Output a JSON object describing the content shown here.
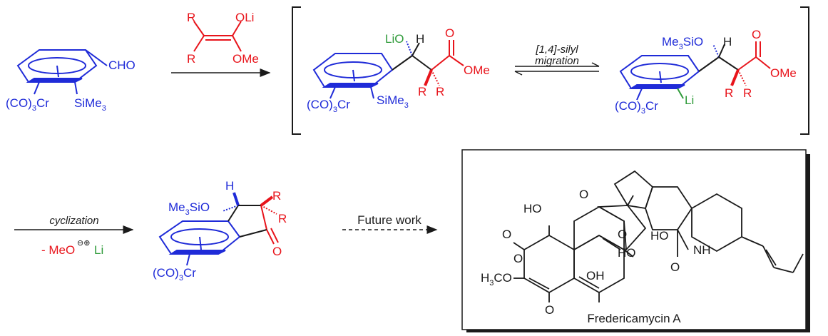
{
  "colors": {
    "black": "#1a1a1a",
    "blue": "#1f2bd8",
    "red": "#e8141b",
    "green": "#2f9b3a"
  },
  "labels": {
    "cho": "CHO",
    "co3cr": "(CO)",
    "cr": "Cr",
    "sime3": "SiMe",
    "r": "R",
    "oli": "OLi",
    "ome": "OMe",
    "lio": "LiO",
    "h": "H",
    "o": "O",
    "me3sio": "Me",
    "sio": "SiO",
    "li": "Li",
    "sub3": "3",
    "meo_neg": "- MeO",
    "charges": "⊖⊕",
    "ho": "HO",
    "oh": "OH",
    "nh": "NH",
    "h3co": "H",
    "co": "CO"
  },
  "arrows": {
    "silyl_line1": "[1,4]-silyl",
    "silyl_line2": "migration",
    "cyclization": "cyclization",
    "future": "Future work"
  },
  "product_name": "Fredericamycin A"
}
